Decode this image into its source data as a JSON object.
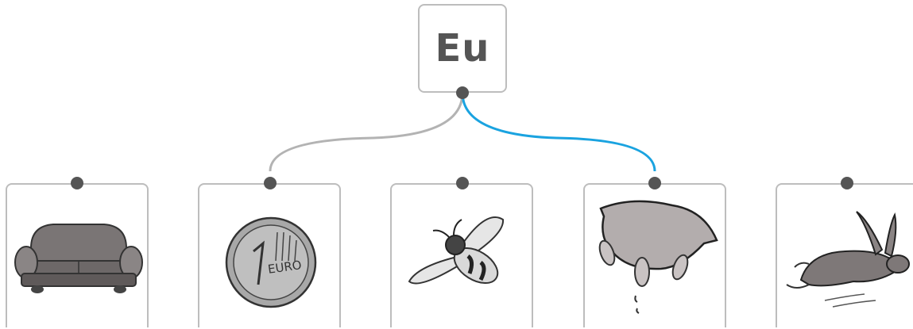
{
  "word": {
    "text": "Eu"
  },
  "cards": [
    {
      "picture": "sofa"
    },
    {
      "picture": "euro-coin"
    },
    {
      "picture": "bee"
    },
    {
      "picture": "cow-udder"
    },
    {
      "picture": "hare"
    }
  ],
  "colors": {
    "link_default": "#b3b3b3",
    "link_active": "#1aa3e0",
    "dot": "#555555",
    "border": "#bdbdbd"
  }
}
